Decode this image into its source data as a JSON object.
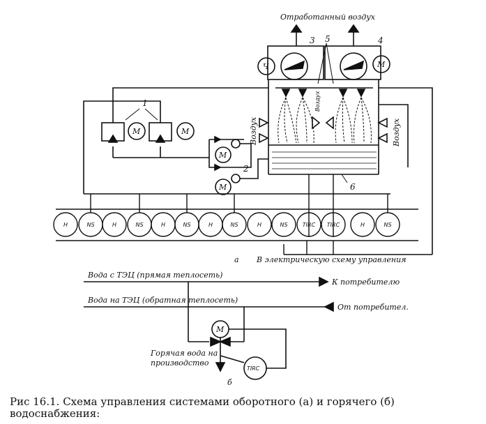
{
  "labels": {
    "exhaust_air": "Отработанный воздух",
    "air_left": "Воздух",
    "air_right": "Воздух",
    "air_top": "Воздух",
    "to_electrical": "В электрическую схему управления",
    "water_from": "Вода с ТЭЦ (прямая теплосеть)",
    "water_to": "Вода на ТЭЦ (обратная теплосеть)",
    "to_consumer": "К потребителю",
    "from_consumer": "От потребител.",
    "hot_water_1": "Горячая вода на",
    "hot_water_2": "производство",
    "sub_a": "а",
    "sub_b": "б"
  },
  "numbers": {
    "n1": "1",
    "n2": "2",
    "n3": "3",
    "n4": "4",
    "n5": "5",
    "n6": "6"
  },
  "motor": "M",
  "ch": "Ч",
  "instruments": [
    "H",
    "NS",
    "H",
    "NS",
    "H",
    "NS",
    "H",
    "NS",
    "H",
    "NS",
    "TIRC",
    "TIRC",
    "H",
    "NS"
  ],
  "tirc_b": "TIRC",
  "caption": "Рис 16.1. Схема управления системами оборотного (а) и горячего (б) водоснабжения:"
}
